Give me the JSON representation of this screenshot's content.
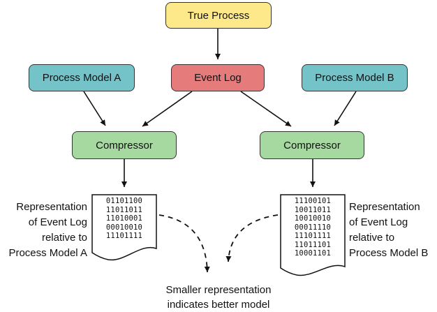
{
  "nodes": {
    "true_process": "True Process",
    "model_a": "Process Model A",
    "event_log": "Event Log",
    "model_b": "Process Model B",
    "compressor_left": "Compressor",
    "compressor_right": "Compressor"
  },
  "documents": {
    "left_bits": [
      "01101100",
      "11011011",
      "11010001",
      "00010010",
      "11101111"
    ],
    "right_bits": [
      "11100101",
      "10011011",
      "10010010",
      "00011110",
      "11101111",
      "11011101",
      "10001101"
    ]
  },
  "captions": {
    "left": [
      "Representation",
      "of Event Log",
      "relative to",
      "Process Model A"
    ],
    "right": [
      "Representation",
      "of Event Log",
      "relative to",
      "Process Model B"
    ]
  },
  "conclusion": [
    "Smaller representation",
    "indicates better model"
  ],
  "colors": {
    "true_process": "#fde88a",
    "event_log": "#e57b7b",
    "process_model": "#74c3c8",
    "compressor": "#a6d9a0"
  }
}
